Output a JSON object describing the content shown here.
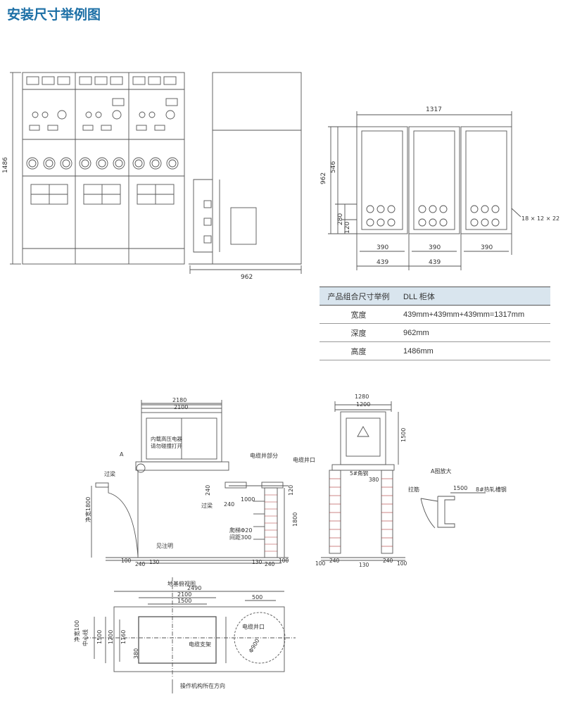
{
  "title": "安装尺寸举例图",
  "front_view": {
    "height_dim": "1486"
  },
  "side_view": {
    "depth_dim": "962"
  },
  "top_view": {
    "width_dim": "1317",
    "height_dim": "962",
    "dim_546": "546",
    "dim_280": "280",
    "dim_120": "120",
    "bottom_dims_390": [
      "390",
      "390",
      "390"
    ],
    "bottom_dims_439": [
      "439",
      "439"
    ],
    "hole_label": "18 × 12 × 22"
  },
  "spec_table": {
    "header": [
      "产品组合尺寸举例",
      "DLL 柜体"
    ],
    "rows": [
      {
        "label": "宽度",
        "value": "439mm+439mm+439mm=1317mm"
      },
      {
        "label": "深度",
        "value": "962mm"
      },
      {
        "label": "高度",
        "value": "1486mm"
      }
    ]
  },
  "install_section": {
    "dim_2180": "2180",
    "dim_2100": "2100",
    "warning_text_1": "内载高压电器",
    "warning_text_2": "请勿碰撞打开",
    "label_A": "A",
    "cable_well_part": "电缆井部分",
    "cable_well_opening": "电缆井口",
    "beam_1": "过梁",
    "beam_2": "过梁",
    "clear_width": "净宽1800",
    "dim_240_a": "240",
    "dim_240_b": "240",
    "dim_120_side": "120",
    "dim_1000": "1000",
    "dim_1800": "1800",
    "ladder_text_1": "爬梯Φ20",
    "ladder_text_2": "间距300",
    "see_note": "见注明",
    "bottom_dims": [
      "100",
      "240",
      "130",
      "130",
      "240",
      "100"
    ]
  },
  "outdoor_section": {
    "dim_1280": "1280",
    "dim_1200": "1200",
    "dim_1500": "1500",
    "angle_label": "5#角钢",
    "dim_380": "380",
    "bottom_dims": [
      "100",
      "240",
      "130",
      "240",
      "100"
    ]
  },
  "detail_A": {
    "title": "A图放大",
    "rib": "拉筋",
    "dim_1500": "1500",
    "channel": "8#热轧槽钢"
  },
  "foundation_plan": {
    "title": "地基俯视图",
    "dim_2490": "2490",
    "dim_2100": "2100",
    "dim_1500": "1500",
    "dim_500": "500",
    "clear_width": "净宽100",
    "center_axis": "中心线",
    "dim_1500_v": "1500",
    "dim_1200_v": "1200",
    "dim_1160_v": "1160",
    "dim_380": "380",
    "cable_well_opening": "电缆井口",
    "phi_900": "Φ900",
    "cable_bracket": "电缆支架",
    "direction": "操作机构所在方向"
  }
}
